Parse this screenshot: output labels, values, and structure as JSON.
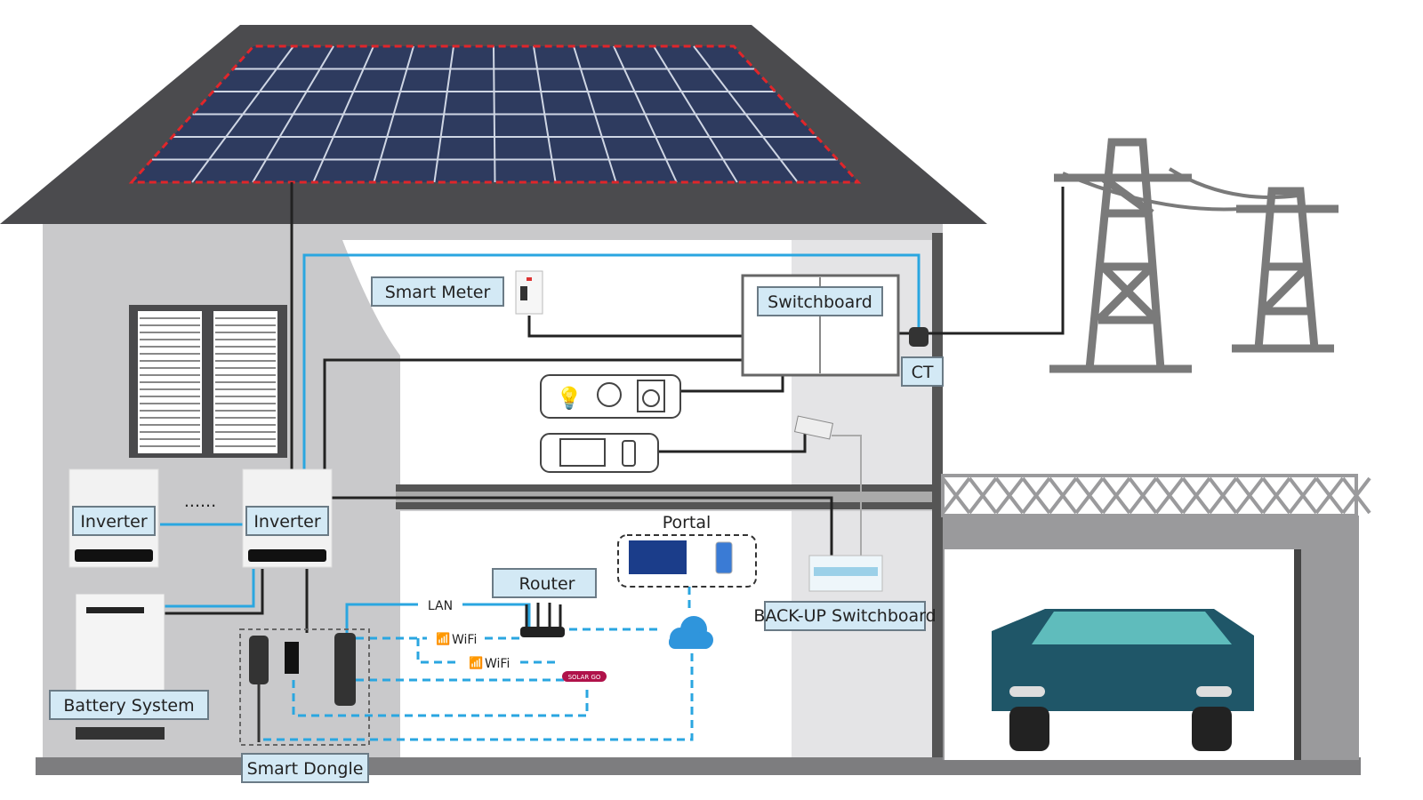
{
  "labels": {
    "smart_meter": "Smart Meter",
    "switchboard": "Switchboard",
    "ct": "CT",
    "inverter_1": "Inverter",
    "inverter_2": "Inverter",
    "ellipsis": "......",
    "battery_system": "Battery System",
    "smart_dongle": "Smart Dongle",
    "router": "Router",
    "lan": "LAN",
    "wifi_1": "WiFi",
    "wifi_2": "WiFi",
    "portal": "Portal",
    "backup_switchboard": "BACK-UP Switchboard",
    "solar_go_logo": "SOLAR GO"
  },
  "colors": {
    "comm_line": "#2aa6e0",
    "power_line": "#222222",
    "roof": "#4b4b4e",
    "panel": "#2e3b5f",
    "panel_border": "#e0262a",
    "car": "#1f5668",
    "wall": "#c9c9cb"
  }
}
